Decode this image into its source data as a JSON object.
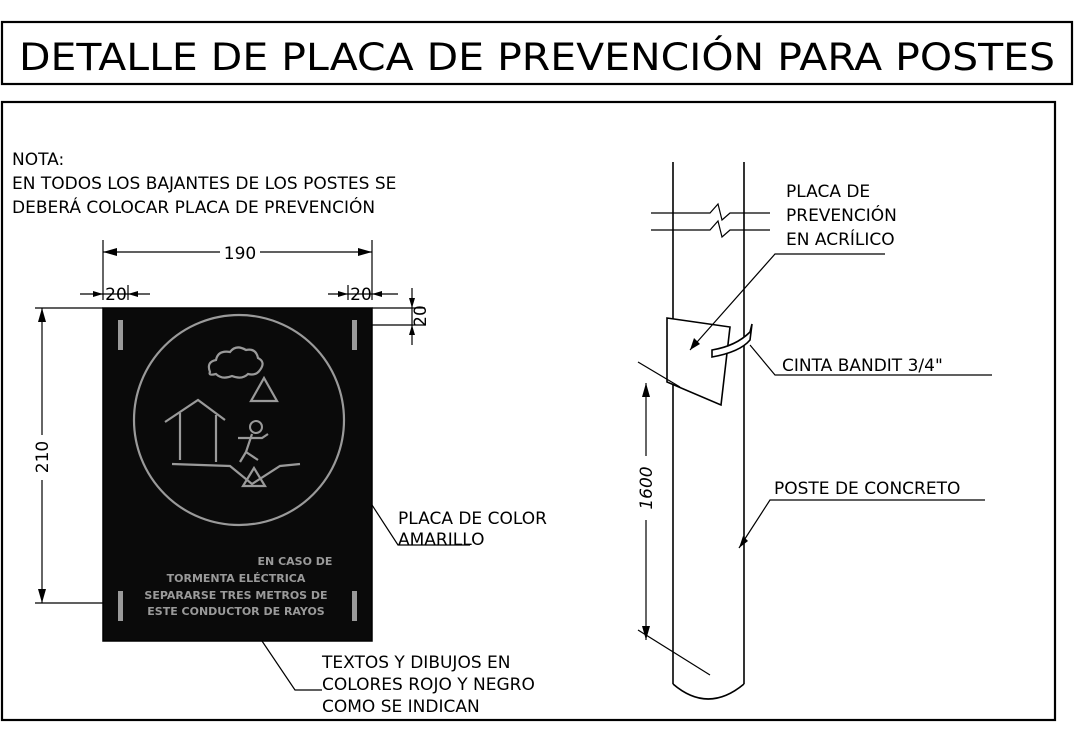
{
  "title": "DETALLE DE PLACA DE PREVENCIÓN PARA POSTES",
  "note": {
    "heading": "NOTA:",
    "line1": "EN TODOS LOS BAJANTES DE LOS POSTES SE",
    "line2": "DEBERÁ COLOCAR PLACA DE PREVENCIÓN"
  },
  "dimensions": {
    "width": "190",
    "left_margin": "20",
    "right_margin": "20",
    "top_margin": "20",
    "height": "210",
    "pole_height": "1600"
  },
  "plate": {
    "text_line1": "EN CASO DE",
    "text_line2": "TORMENTA ELÉCTRICA",
    "text_line3": "SEPARARSE TRES METROS DE",
    "text_line4": "ESTE CONDUCTOR DE RAYOS",
    "bg_color": "#0a0a0a",
    "line_color": "#9a9a9a"
  },
  "labels": {
    "plate_color_1": "PLACA DE COLOR",
    "plate_color_2": "AMARILLO",
    "texts_1": "TEXTOS Y DIBUJOS EN",
    "texts_2": "COLORES ROJO Y  NEGRO",
    "texts_3": "COMO SE INDICAN",
    "placa_1": "PLACA DE",
    "placa_2": "PREVENCIÓN",
    "placa_3": "EN ACRÍLICO",
    "cinta": "CINTA BANDIT 3/4\"",
    "poste": "POSTE DE CONCRETO"
  }
}
